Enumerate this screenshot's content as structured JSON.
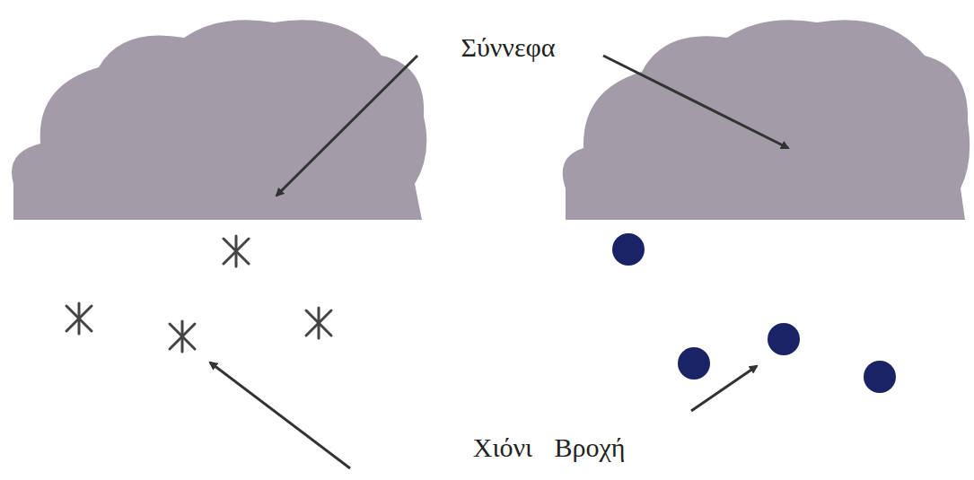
{
  "diagram": {
    "labels": [
      "Σύννεφα",
      "Χιόνι",
      "Βροχή"
    ]
  }
}
